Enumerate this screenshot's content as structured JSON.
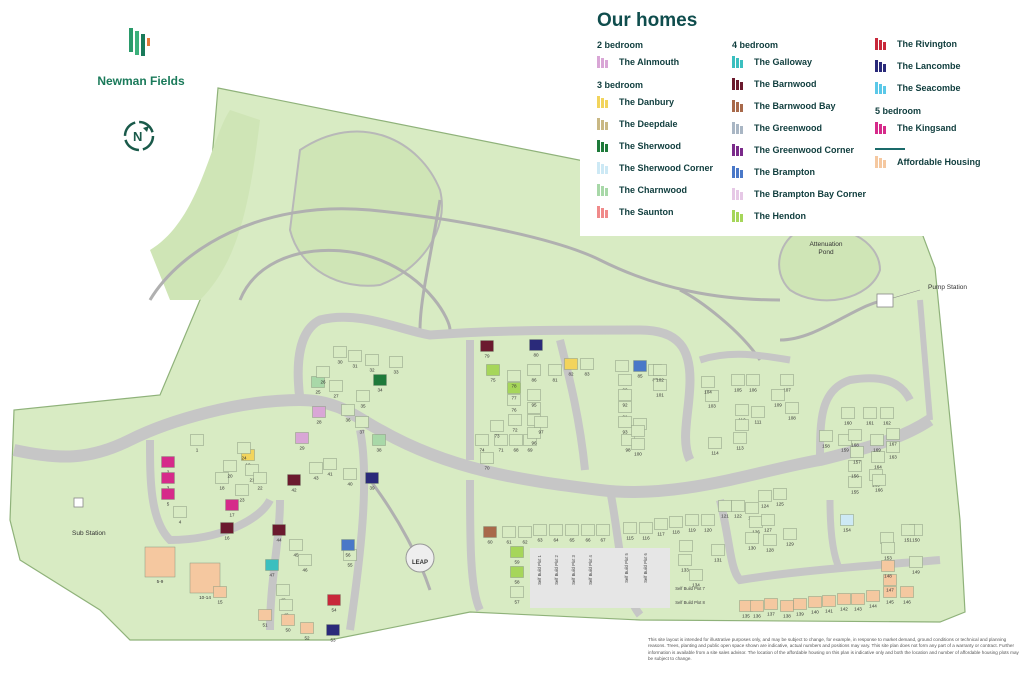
{
  "development": {
    "name": "Newman Fields"
  },
  "colors": {
    "land": "#d8ebc3",
    "road": "#c8c8c8",
    "brand": "#1a7a5a",
    "title": "#0f4d4d"
  },
  "legend": {
    "title": "Our homes",
    "groups": [
      {
        "heading": "2 bedroom",
        "items": [
          {
            "name": "The Alnmouth",
            "color": "#d9a6d6"
          }
        ]
      },
      {
        "heading": "3 bedroom",
        "items": [
          {
            "name": "The Danbury",
            "color": "#f2d45c"
          },
          {
            "name": "The Deepdale",
            "color": "#c9b884"
          },
          {
            "name": "The Sherwood",
            "color": "#1e7a3a"
          },
          {
            "name": "The Sherwood Corner",
            "color": "#cde9f5"
          },
          {
            "name": "The Charnwood",
            "color": "#a8d8a8"
          },
          {
            "name": "The Saunton",
            "color": "#f08a8a"
          }
        ]
      },
      {
        "heading": "4 bedroom",
        "items": [
          {
            "name": "The Galloway",
            "color": "#3bbfbf"
          },
          {
            "name": "The Barnwood",
            "color": "#6b1a2e"
          },
          {
            "name": "The Barnwood Bay",
            "color": "#a8694a"
          },
          {
            "name": "The Greenwood",
            "color": "#a9b6c4"
          },
          {
            "name": "The Greenwood Corner",
            "color": "#7a2a8a"
          },
          {
            "name": "The Brampton",
            "color": "#4a78c8"
          },
          {
            "name": "The Brampton Bay Corner",
            "color": "#e6c8e6"
          },
          {
            "name": "The Hendon",
            "color": "#a6d65a"
          }
        ]
      },
      {
        "heading": "",
        "items": [
          {
            "name": "The Rivington",
            "color": "#c8283a"
          },
          {
            "name": "The Lancombe",
            "color": "#2a2a7a"
          },
          {
            "name": "The Seacombe",
            "color": "#5bc8e8"
          }
        ]
      },
      {
        "heading": "5 bedroom",
        "items": [
          {
            "name": "The Kingsand",
            "color": "#d62a8a"
          }
        ]
      },
      {
        "heading": "",
        "items": [
          {
            "name": "Affordable Housing",
            "color": "#f5c8a0"
          }
        ]
      }
    ]
  },
  "labels": {
    "attenuation_pond": "Attenuation\nPond",
    "pump_station": "Pump Station",
    "sub_station": "Sub Station",
    "leap": "LEAP",
    "self_build": [
      "Self Build Plot 1",
      "Self Build Plot 2",
      "Self Build Plot 3",
      "Self Build Plot 4",
      "Self Build Plot 5",
      "Self Build Plot 6",
      "Self Build Plot 7",
      "Self Build Plot 8"
    ]
  },
  "plots": [
    {
      "n": "1",
      "c": "#d8ebc3"
    },
    {
      "n": "2",
      "c": "#d62a8a"
    },
    {
      "n": "3",
      "c": "#d62a8a"
    },
    {
      "n": "4",
      "c": "#d8ebc3"
    },
    {
      "n": "5",
      "c": "#d62a8a"
    },
    {
      "n": "16",
      "c": "#6b1a2e"
    },
    {
      "n": "17",
      "c": "#d62a8a"
    },
    {
      "n": "18",
      "c": "#d8ebc3"
    },
    {
      "n": "19",
      "c": "#f2d45c"
    },
    {
      "n": "20",
      "c": "#d8ebc3"
    },
    {
      "n": "21",
      "c": "#d8ebc3"
    },
    {
      "n": "22",
      "c": "#d8ebc3"
    },
    {
      "n": "23",
      "c": "#d8ebc3"
    },
    {
      "n": "24",
      "c": "#d8ebc3"
    },
    {
      "n": "25",
      "c": "#a8d8a8"
    },
    {
      "n": "26",
      "c": "#d8ebc3"
    },
    {
      "n": "27",
      "c": "#d8ebc3"
    },
    {
      "n": "28",
      "c": "#d9a6d6"
    },
    {
      "n": "29",
      "c": "#d9a6d6"
    },
    {
      "n": "30",
      "c": "#d8ebc3"
    },
    {
      "n": "31",
      "c": "#d8ebc3"
    },
    {
      "n": "32",
      "c": "#d8ebc3"
    },
    {
      "n": "33",
      "c": "#d8ebc3"
    },
    {
      "n": "34",
      "c": "#1e7a3a"
    },
    {
      "n": "35",
      "c": "#d8ebc3"
    },
    {
      "n": "36",
      "c": "#d8ebc3"
    },
    {
      "n": "37",
      "c": "#d8ebc3"
    },
    {
      "n": "38",
      "c": "#a8d8a8"
    },
    {
      "n": "39",
      "c": "#2a2a7a"
    },
    {
      "n": "40",
      "c": "#d8ebc3"
    },
    {
      "n": "41",
      "c": "#d8ebc3"
    },
    {
      "n": "42",
      "c": "#6b1a2e"
    },
    {
      "n": "43",
      "c": "#d8ebc3"
    },
    {
      "n": "44",
      "c": "#6b1a2e"
    },
    {
      "n": "45",
      "c": "#d8ebc3"
    },
    {
      "n": "46",
      "c": "#d8ebc3"
    },
    {
      "n": "47",
      "c": "#3bbfbf"
    },
    {
      "n": "48",
      "c": "#d8ebc3"
    },
    {
      "n": "49",
      "c": "#d8ebc3"
    },
    {
      "n": "50",
      "c": "#f5c8a0"
    },
    {
      "n": "51",
      "c": "#f5c8a0"
    },
    {
      "n": "52",
      "c": "#f5c8a0"
    },
    {
      "n": "53",
      "c": "#2a2a7a"
    },
    {
      "n": "54",
      "c": "#c8283a"
    },
    {
      "n": "55",
      "c": "#d8ebc3"
    },
    {
      "n": "56",
      "c": "#4a78c8"
    },
    {
      "n": "57",
      "c": "#d8ebc3"
    },
    {
      "n": "58",
      "c": "#a6d65a"
    },
    {
      "n": "59",
      "c": "#a6d65a"
    },
    {
      "n": "60",
      "c": "#a8694a"
    },
    {
      "n": "61",
      "c": "#d8ebc3"
    },
    {
      "n": "62",
      "c": "#d8ebc3"
    },
    {
      "n": "63",
      "c": "#d8ebc3"
    },
    {
      "n": "64",
      "c": "#d8ebc3"
    },
    {
      "n": "65",
      "c": "#d8ebc3"
    },
    {
      "n": "66",
      "c": "#d8ebc3"
    },
    {
      "n": "67",
      "c": "#d8ebc3"
    },
    {
      "n": "68",
      "c": "#d8ebc3"
    },
    {
      "n": "69",
      "c": "#d8ebc3"
    },
    {
      "n": "70",
      "c": "#d8ebc3"
    },
    {
      "n": "71",
      "c": "#d8ebc3"
    },
    {
      "n": "72",
      "c": "#d8ebc3"
    },
    {
      "n": "73",
      "c": "#d8ebc3"
    },
    {
      "n": "74",
      "c": "#d8ebc3"
    },
    {
      "n": "75",
      "c": "#a6d65a"
    },
    {
      "n": "76",
      "c": "#d8ebc3"
    },
    {
      "n": "77",
      "c": "#a6d65a"
    },
    {
      "n": "78",
      "c": "#d8ebc3"
    },
    {
      "n": "79",
      "c": "#6b1a2e"
    },
    {
      "n": "80",
      "c": "#2a2a7a"
    },
    {
      "n": "81",
      "c": "#d8ebc3"
    },
    {
      "n": "82",
      "c": "#f2d45c"
    },
    {
      "n": "83",
      "c": "#d8ebc3"
    },
    {
      "n": "84",
      "c": "#d8ebc3"
    },
    {
      "n": "85",
      "c": "#4a78c8"
    },
    {
      "n": "86",
      "c": "#d8ebc3"
    },
    {
      "n": "87",
      "c": "#d8ebc3"
    },
    {
      "n": "88",
      "c": "#d8ebc3"
    },
    {
      "n": "89",
      "c": "#d8ebc3"
    },
    {
      "n": "90",
      "c": "#d8ebc3"
    },
    {
      "n": "91",
      "c": "#d8ebc3"
    },
    {
      "n": "92",
      "c": "#d8ebc3"
    },
    {
      "n": "93",
      "c": "#d8ebc3"
    },
    {
      "n": "94",
      "c": "#d8ebc3"
    },
    {
      "n": "95",
      "c": "#d8ebc3"
    },
    {
      "n": "96",
      "c": "#d8ebc3"
    },
    {
      "n": "97",
      "c": "#d8ebc3"
    },
    {
      "n": "98",
      "c": "#d8ebc3"
    },
    {
      "n": "99",
      "c": "#d8ebc3"
    },
    {
      "n": "100",
      "c": "#d8ebc3"
    },
    {
      "n": "101",
      "c": "#d8ebc3"
    },
    {
      "n": "102",
      "c": "#d8ebc3"
    },
    {
      "n": "103",
      "c": "#d8ebc3"
    },
    {
      "n": "104",
      "c": "#d8ebc3"
    },
    {
      "n": "105",
      "c": "#d8ebc3"
    },
    {
      "n": "106",
      "c": "#d8ebc3"
    },
    {
      "n": "107",
      "c": "#d8ebc3"
    },
    {
      "n": "108",
      "c": "#d8ebc3"
    },
    {
      "n": "109",
      "c": "#d8ebc3"
    },
    {
      "n": "110",
      "c": "#d8ebc3"
    },
    {
      "n": "111",
      "c": "#d8ebc3"
    },
    {
      "n": "112",
      "c": "#d8ebc3"
    },
    {
      "n": "113",
      "c": "#d8ebc3"
    },
    {
      "n": "114",
      "c": "#d8ebc3"
    },
    {
      "n": "115",
      "c": "#d8ebc3"
    },
    {
      "n": "116",
      "c": "#d8ebc3"
    },
    {
      "n": "117",
      "c": "#d8ebc3"
    },
    {
      "n": "118",
      "c": "#d8ebc3"
    },
    {
      "n": "119",
      "c": "#d8ebc3"
    },
    {
      "n": "120",
      "c": "#d8ebc3"
    },
    {
      "n": "121",
      "c": "#d8ebc3"
    },
    {
      "n": "122",
      "c": "#d8ebc3"
    },
    {
      "n": "123",
      "c": "#d8ebc3"
    },
    {
      "n": "124",
      "c": "#d8ebc3"
    },
    {
      "n": "125",
      "c": "#d8ebc3"
    },
    {
      "n": "126",
      "c": "#d8ebc3"
    },
    {
      "n": "127",
      "c": "#d8ebc3"
    },
    {
      "n": "128",
      "c": "#d8ebc3"
    },
    {
      "n": "129",
      "c": "#d8ebc3"
    },
    {
      "n": "130",
      "c": "#d8ebc3"
    },
    {
      "n": "131",
      "c": "#d8ebc3"
    },
    {
      "n": "132",
      "c": "#d8ebc3"
    },
    {
      "n": "133",
      "c": "#d8ebc3"
    },
    {
      "n": "134",
      "c": "#d8ebc3"
    },
    {
      "n": "135",
      "c": "#f5c8a0"
    },
    {
      "n": "136",
      "c": "#f5c8a0"
    },
    {
      "n": "137",
      "c": "#f5c8a0"
    },
    {
      "n": "138",
      "c": "#f5c8a0"
    },
    {
      "n": "139",
      "c": "#f5c8a0"
    },
    {
      "n": "140",
      "c": "#f5c8a0"
    },
    {
      "n": "141",
      "c": "#f5c8a0"
    },
    {
      "n": "142",
      "c": "#f5c8a0"
    },
    {
      "n": "143",
      "c": "#f5c8a0"
    },
    {
      "n": "144",
      "c": "#f5c8a0"
    },
    {
      "n": "145",
      "c": "#f5c8a0"
    },
    {
      "n": "146",
      "c": "#f5c8a0"
    },
    {
      "n": "147",
      "c": "#f5c8a0"
    },
    {
      "n": "148",
      "c": "#f5c8a0"
    },
    {
      "n": "149",
      "c": "#d8ebc3"
    },
    {
      "n": "150",
      "c": "#d8ebc3"
    },
    {
      "n": "151",
      "c": "#d8ebc3"
    },
    {
      "n": "152",
      "c": "#d8ebc3"
    },
    {
      "n": "153",
      "c": "#d8ebc3"
    },
    {
      "n": "154",
      "c": "#cde9f5"
    },
    {
      "n": "155",
      "c": "#d8ebc3"
    },
    {
      "n": "156",
      "c": "#d8ebc3"
    },
    {
      "n": "157",
      "c": "#d8ebc3"
    },
    {
      "n": "158",
      "c": "#d8ebc3"
    },
    {
      "n": "159",
      "c": "#d8ebc3"
    },
    {
      "n": "160",
      "c": "#d8ebc3"
    },
    {
      "n": "161",
      "c": "#d8ebc3"
    },
    {
      "n": "162",
      "c": "#d8ebc3"
    },
    {
      "n": "163",
      "c": "#d8ebc3"
    },
    {
      "n": "164",
      "c": "#d8ebc3"
    },
    {
      "n": "165",
      "c": "#d8ebc3"
    },
    {
      "n": "166",
      "c": "#d8ebc3"
    },
    {
      "n": "167",
      "c": "#d8ebc3"
    },
    {
      "n": "168",
      "c": "#d8ebc3"
    },
    {
      "n": "169",
      "c": "#d8ebc3"
    },
    {
      "n": "5-9",
      "c": "#f5c8a0"
    },
    {
      "n": "10-14",
      "c": "#f5c8a0"
    },
    {
      "n": "15",
      "c": "#f5c8a0"
    }
  ],
  "disclaimer": "This site layout is intended for illustrative purposes only, and may be subject to change, for example, in response to market demand, ground conditions or technical and planning reasons. Trees, planting and public open space shown are indicative, actual numbers and positions may vary. This site plan does not form any part of a warranty or contract. Further information is available from a site sales advisor. The location of the affordable housing on this plan is indicative only and both the location and number of affordable housing plots may be subject to change."
}
